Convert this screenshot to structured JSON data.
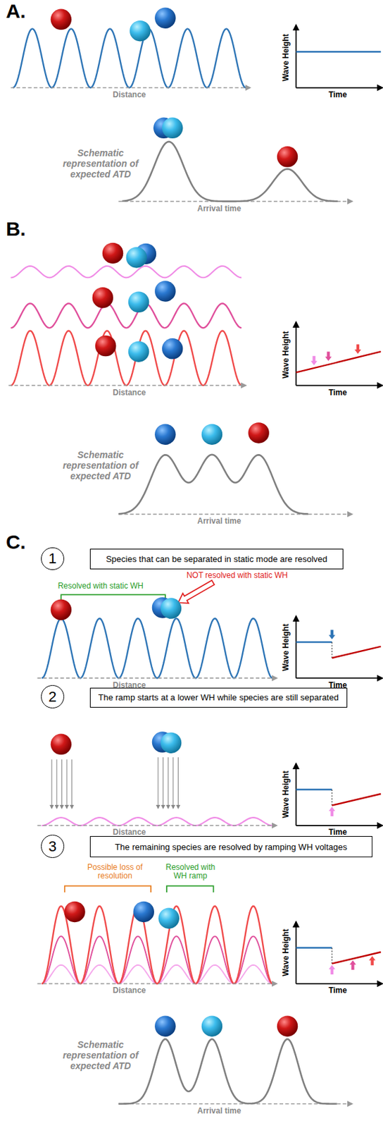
{
  "diagram": {
    "nodes": [
      {
        "text": [
          "1"
        ]
      },
      {
        "text": [
          "Species that can be separated in static mode are resolved"
        ]
      },
      {
        "text": [
          "2"
        ]
      },
      {
        "text": [
          "The ramp starts at a lower WH while species are still separated"
        ]
      },
      {
        "text": [
          "3"
        ]
      },
      {
        "text": [
          "The remaining species are resolved by ramping WH voltages"
        ]
      }
    ],
    "edges": [],
    "labels": [
      "A.",
      "Distance",
      "Wave Height",
      "Time",
      "Schematic representation of expected ATD",
      "Arrival time",
      "B.",
      "Distance",
      "Wave Height",
      "Time",
      "Schematic representation of expected ATD",
      "Arrival time",
      "C.",
      "Resolved with static WH",
      "NOT resolved with static WH",
      "Distance",
      "Wave Height",
      "Time",
      "Distance",
      "Wave Height",
      "Time",
      "Possible loss of resolution",
      "Resolved with WH ramp",
      "Distance",
      "Wave Height",
      "Time",
      "Schematic representation of expected ATD",
      "Arrival time"
    ]
  }
}
